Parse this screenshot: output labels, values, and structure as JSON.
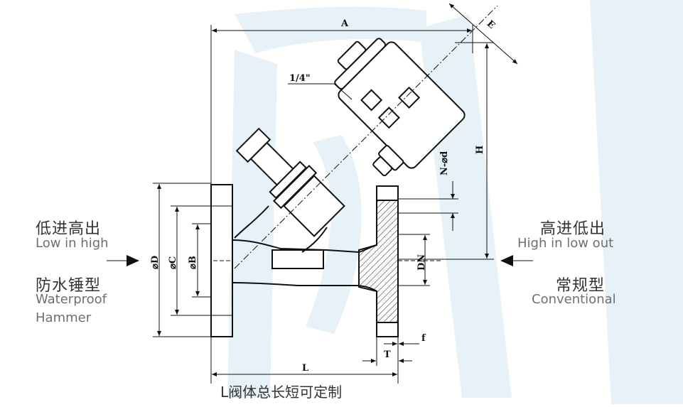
{
  "left_labels": {
    "mode1_cn": "低进高出",
    "mode1_en": "Low in high",
    "mode2_cn": "防水锤型",
    "mode2_en_line1": "Waterproof",
    "mode2_en_line2": "Hammer"
  },
  "right_labels": {
    "mode1_cn": "高进低出",
    "mode1_en": "High in low out",
    "mode2_cn": "常规型",
    "mode2_en": "Conventional"
  },
  "dimensions": {
    "A": "A",
    "E": "E",
    "H": "H",
    "L": "L",
    "T": "T",
    "f": "f",
    "DN": "DN",
    "N_d": "N-⌀d",
    "D": "⌀D",
    "C": "⌀C",
    "B": "⌀B",
    "port": "1/4\""
  },
  "bottom_note": "L阀体总长短可定制",
  "colors": {
    "watermark": "#e6f2f8",
    "line": "#111111",
    "text_cn": "#333333",
    "text_en": "#6f6f6f"
  }
}
